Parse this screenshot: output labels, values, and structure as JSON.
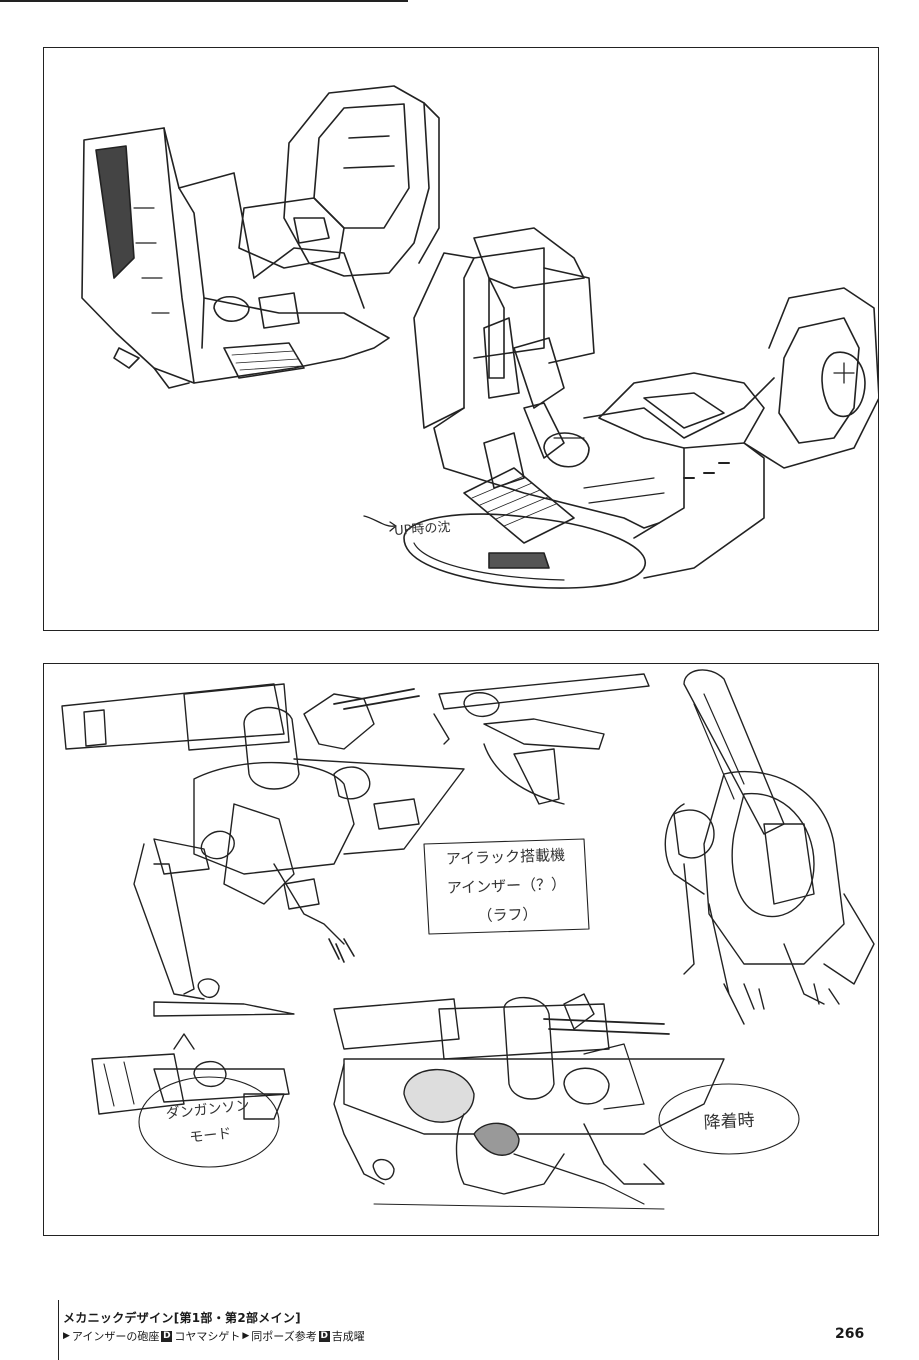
{
  "footer": {
    "section_title": "メカニックデザイン[第1部・第2部メイン]",
    "credits": [
      {
        "type": "triangle",
        "text": "アインザーの砲座"
      },
      {
        "type": "d",
        "text": "コヤマシゲト"
      },
      {
        "type": "triangle",
        "text": "同ポーズ参考"
      },
      {
        "type": "d",
        "text": "吉成曜"
      }
    ],
    "triangle_glyph": "▶",
    "d_glyph": "D",
    "page_number": "266"
  },
  "top_panel": {
    "note": "UP時の沈"
  },
  "bottom_panel": {
    "note_center_line1": "アイラック搭載機",
    "note_center_line2": "アインザー（？）",
    "note_center_line3": "（ラフ）",
    "note_left_line1": "ダンガンソン",
    "note_left_line2": "モード",
    "note_right": "降着時"
  }
}
